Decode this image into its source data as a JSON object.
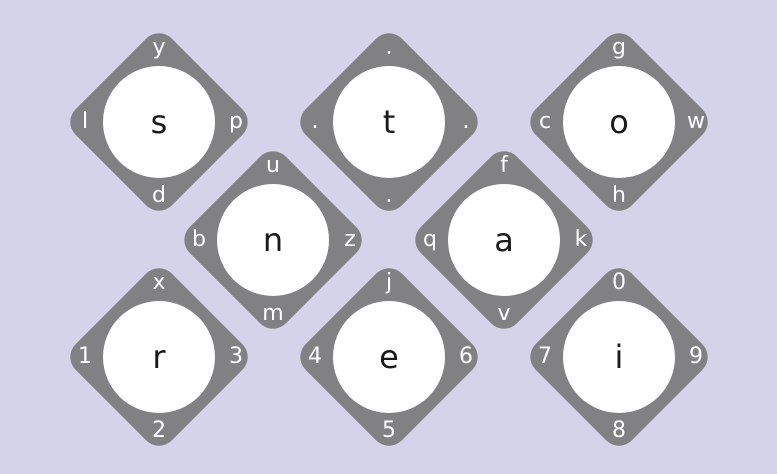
{
  "colors": {
    "background": "#d4d3ea",
    "key": "#818184",
    "key_center": "#ffffff",
    "center_text": "#1a1a1a",
    "secondary_text": "#ffffff"
  },
  "keys": [
    {
      "id": "s",
      "center": "s",
      "top": "y",
      "bottom": "d",
      "left": "l",
      "right": "p"
    },
    {
      "id": "t",
      "center": "t",
      "top": ".",
      "bottom": ".",
      "left": ".",
      "right": "."
    },
    {
      "id": "o",
      "center": "o",
      "top": "g",
      "bottom": "h",
      "left": "c",
      "right": "w"
    },
    {
      "id": "n",
      "center": "n",
      "top": "u",
      "bottom": "m",
      "left": "b",
      "right": "z"
    },
    {
      "id": "a",
      "center": "a",
      "top": "f",
      "bottom": "v",
      "left": "q",
      "right": "k"
    },
    {
      "id": "r",
      "center": "r",
      "top": "x",
      "bottom": "2",
      "left": "1",
      "right": "3"
    },
    {
      "id": "e",
      "center": "e",
      "top": "j",
      "bottom": "5",
      "left": "4",
      "right": "6"
    },
    {
      "id": "i",
      "center": "i",
      "top": "0",
      "bottom": "8",
      "left": "7",
      "right": "9"
    }
  ]
}
